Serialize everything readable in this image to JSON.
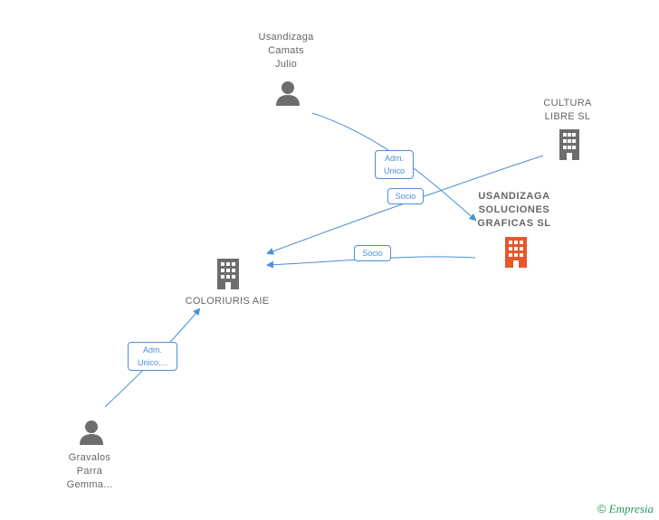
{
  "nodes": {
    "usandizaga_julio": {
      "lines": [
        "Usandizaga",
        "Camats",
        "Julio"
      ]
    },
    "cultura_libre": {
      "lines": [
        "CULTURA",
        "LIBRE  SL"
      ]
    },
    "usandizaga_soluciones": {
      "lines": [
        "USANDIZAGA",
        "SOLUCIONES",
        "GRAFICAS SL"
      ]
    },
    "coloriuris": {
      "lines": [
        "COLORIURIS AIE"
      ]
    },
    "gravalos": {
      "lines": [
        "Gravalos",
        "Parra",
        "Gemma..."
      ]
    }
  },
  "edge_labels": {
    "adm_unico_1": [
      "Adm.",
      "Unico"
    ],
    "socio_1": [
      "Socio"
    ],
    "socio_2": [
      "Socio"
    ],
    "adm_unico_2": [
      "Adm.",
      "Unico,..."
    ]
  },
  "colors": {
    "accent": "#e8562a",
    "node_gray": "#6d6d6d",
    "edge_blue": "#4a8fd8"
  },
  "footer": {
    "copyright": "©",
    "brand": "Empresia"
  }
}
